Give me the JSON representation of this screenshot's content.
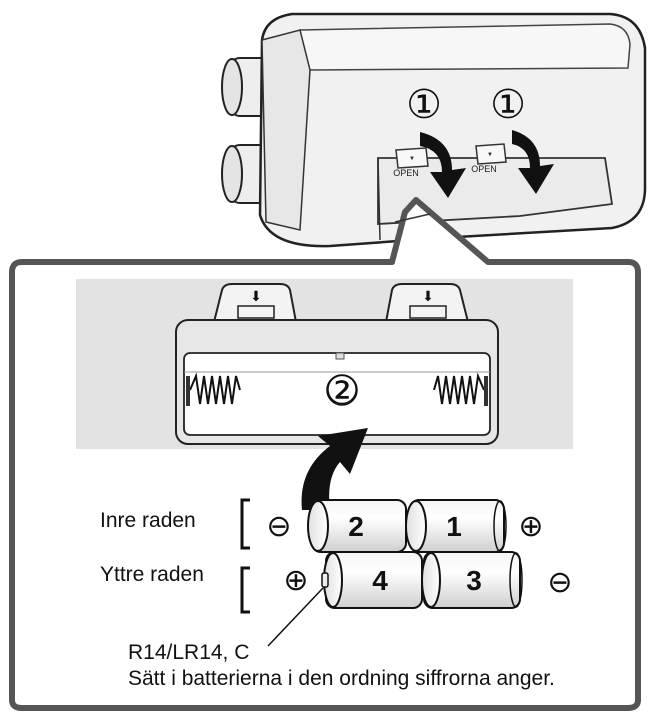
{
  "device": {
    "step1_marks": [
      "①",
      "①"
    ],
    "latch_labels": [
      "OPEN",
      "OPEN"
    ]
  },
  "compartment": {
    "step2_mark": "②"
  },
  "rows": {
    "inner_label": "Inre raden",
    "outer_label": "Yttre raden"
  },
  "batteries": {
    "inner": [
      {
        "number": "2"
      },
      {
        "number": "1"
      }
    ],
    "outer": [
      {
        "number": "4"
      },
      {
        "number": "3"
      }
    ]
  },
  "polarity": {
    "inner_left": "⊖",
    "inner_right": "⊕",
    "outer_left": "⊕",
    "outer_right": "⊖"
  },
  "notes": {
    "battery_type": "R14/LR14, C",
    "instruction": "Sätt i batterierna i den ordning siffrorna anger."
  }
}
